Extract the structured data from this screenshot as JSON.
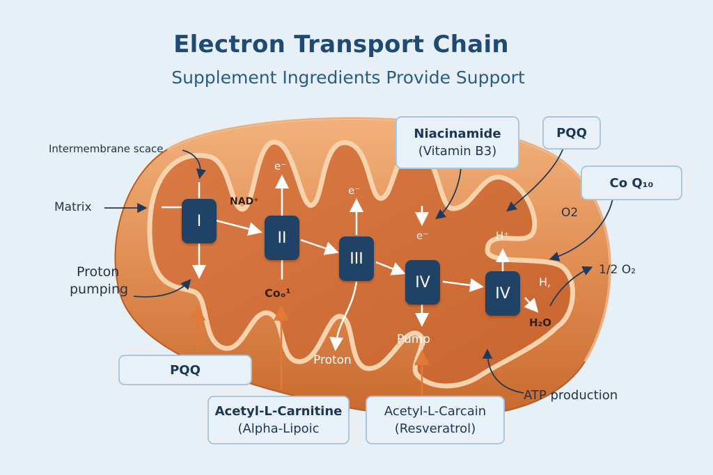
{
  "title": "Electron Transport Chain",
  "subtitle": "Supplement Ingredients Provide Support",
  "complexes": [
    "I",
    "II",
    "III",
    "IV",
    "IV"
  ],
  "labels": {
    "intermembrane": "Intermembrane scace",
    "matrix": "Matrix",
    "proton_pumping_1": "Proton",
    "proton_pumping_2": "pumping",
    "nad": "NAD⁺",
    "e1": "e⁻",
    "e2": "e⁻",
    "e3": "e⁻",
    "coq": "Coₒ¹",
    "proton": "Proton",
    "pump": "Pump",
    "h_plus": "H⁺",
    "h2": "H,",
    "h2o": "H₂O",
    "o2": "O2",
    "half_o2": "1/2 O₂",
    "atp": "ATP production"
  },
  "cards": {
    "niacinamide": {
      "line1": "Niacinamide",
      "line2": "(Vitamin B3)"
    },
    "pqq_top": {
      "line1": "PQQ"
    },
    "coq10": {
      "line1": "Co Q₁₀"
    },
    "pqq_bottom": {
      "line1": "PQQ"
    },
    "carnitine": {
      "line1": "Acetyl-L-Carnitine",
      "line2": "(Alpha-Lipoic"
    },
    "carcain": {
      "line1": "Acetyl-L-Carcain",
      "line2": "(Resveratrol)"
    }
  }
}
